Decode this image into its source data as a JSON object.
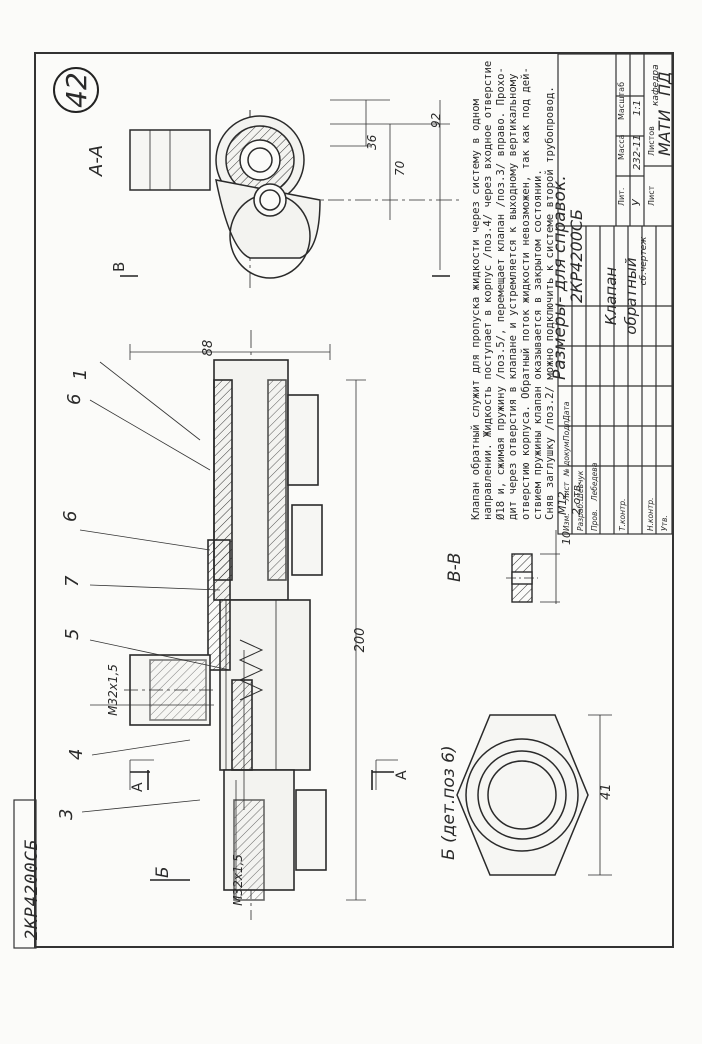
{
  "sheet": {
    "number": "42",
    "corner_code": "2КР4200СБ",
    "code": "2КР4200СБ"
  },
  "views": {
    "section_aa": "А-А",
    "section_bb": "В-В",
    "view_b": "Б (дет.поз 6)",
    "arrow_a": "А",
    "arrow_b": "Б",
    "arrow_v": "В"
  },
  "callouts": [
    "1",
    "6",
    "6",
    "7",
    "5",
    "4",
    "3"
  ],
  "dimensions": {
    "main_length": "200",
    "overall_height": "88",
    "thread_top": "M32x1,5",
    "thread_left": "M32x1,5",
    "aa_36": "36",
    "aa_70": "70",
    "aa_92": "92",
    "bb_10": "10",
    "bb_m12": "M12",
    "bb_holes": "2 отв.",
    "hex_41": "41"
  },
  "description": {
    "lines": [
      "Клапан обратный служит для пропуска жидкости через систему в одном",
      "направлении. Жидкость поступает в корпус /поз.4/ через входное отверстие",
      "Ø18 и, сжимая пружину /поз.5/, перемещает клапан /поз.3/ вправо. Прохо-",
      "дит через отверстия в клапане и устремляется к выходному вертикальному",
      "отверстию корпуса. Обратный поток жидкости невозможен, так как под дей-",
      "ствием пружины клапан оказывается в закрытом состоянии.",
      "Сняв заглушку /поз.2/ можно подключить к системе второй трубопровод."
    ],
    "note": "Размеры- для справок."
  },
  "title_block": {
    "designation": "2КР4200СБ",
    "name_line1": "Клапан",
    "name_line2": "обратный",
    "drawing_note": "сб.чертеж",
    "col_lit": "Лит.",
    "col_mass": "Масса",
    "col_scale": "Масштаб",
    "lit_value": "У",
    "mass_value": "232-11",
    "scale_value": "1:1",
    "sheet_label": "Лист",
    "sheets_label": "Листов",
    "org_line1": "кафедра",
    "org_line2": "МАТИ",
    "org_line3": "ПД",
    "rows": [
      {
        "role": "Изм.",
        "name": "Лист",
        "extra": "№ докум."
      },
      {
        "role": "Разраб.",
        "name": "Шевчук",
        "extra": ""
      },
      {
        "role": "Пров.",
        "name": "Лебедева",
        "extra": ""
      },
      {
        "role": "Т.контр.",
        "name": "",
        "extra": ""
      },
      {
        "role": "Н.контр.",
        "name": "",
        "extra": ""
      },
      {
        "role": "Утв.",
        "name": "",
        "extra": ""
      }
    ],
    "col_sign": "Подп.",
    "col_date": "Дата"
  },
  "colors": {
    "ink": "#2a2a2a",
    "paper": "#fbfbf9"
  }
}
